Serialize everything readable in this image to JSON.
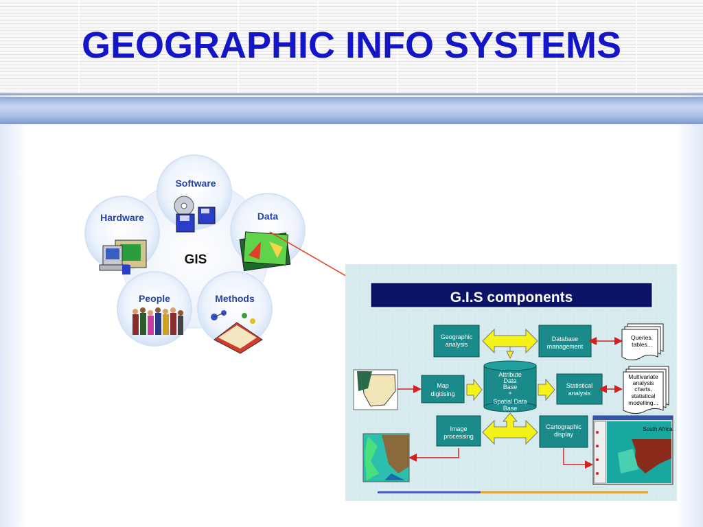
{
  "slide": {
    "title": "GEOGRAPHIC INFO SYSTEMS"
  },
  "gis_wheel": {
    "center": "GIS",
    "petals": [
      "Software",
      "Hardware",
      "Data",
      "People",
      "Methods"
    ]
  },
  "components": {
    "title": "G.I.S components",
    "geographic_analysis": [
      "Geographic",
      "analysis"
    ],
    "database_management": [
      "Database",
      "management"
    ],
    "map_digitising": [
      "Map",
      "digitising"
    ],
    "statistical_analysis": [
      "Statistical",
      "analysis"
    ],
    "image_processing": [
      "Image",
      "processing"
    ],
    "cartographic_display": [
      "Cartographic",
      "display"
    ],
    "database": [
      "Attribute",
      "Data",
      "Base",
      "+",
      "Spatial Data",
      "Base"
    ],
    "queries_doc": [
      "Queries,",
      "tables..."
    ],
    "multivariate_doc": [
      "Multivariate",
      "analysis",
      "charts,",
      "statistical",
      "modelling..."
    ],
    "map_window_title": "South Africa"
  },
  "colors": {
    "title": "#1515c8",
    "petal_label": "#2244aa",
    "box_fill": "#1a8a8a",
    "banner_fill": "#0b1366",
    "arrow_yellow": "#f5f21a",
    "arrow_red": "#d42020"
  }
}
